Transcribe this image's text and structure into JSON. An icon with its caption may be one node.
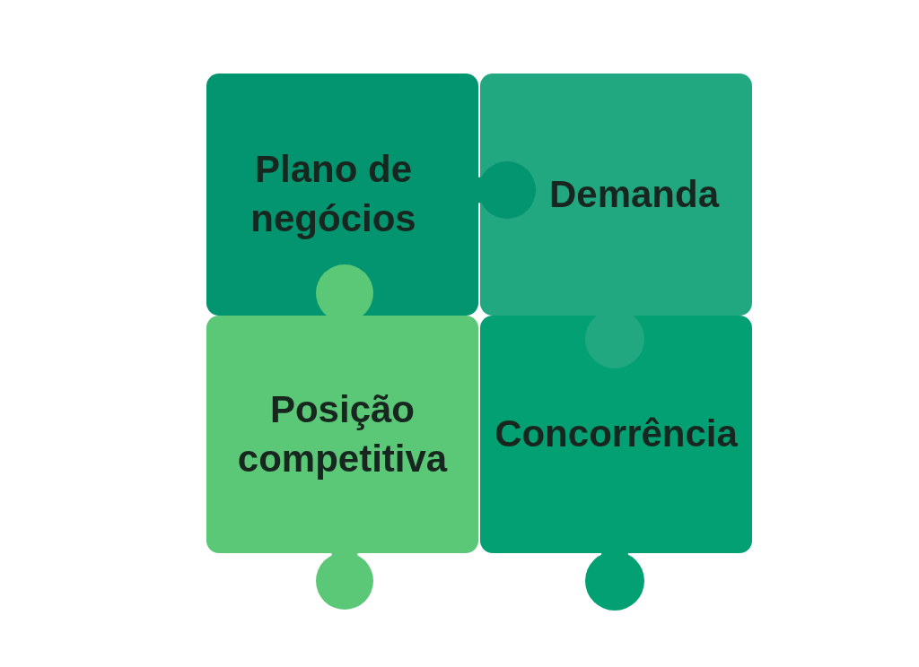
{
  "diagram": {
    "nodes": [
      {
        "text": [
          "Plano de negócios"
        ]
      },
      {
        "text": [
          "Demanda"
        ]
      },
      {
        "text": [
          "Posição competitiva"
        ]
      },
      {
        "text": [
          "Concorrência"
        ]
      }
    ]
  }
}
